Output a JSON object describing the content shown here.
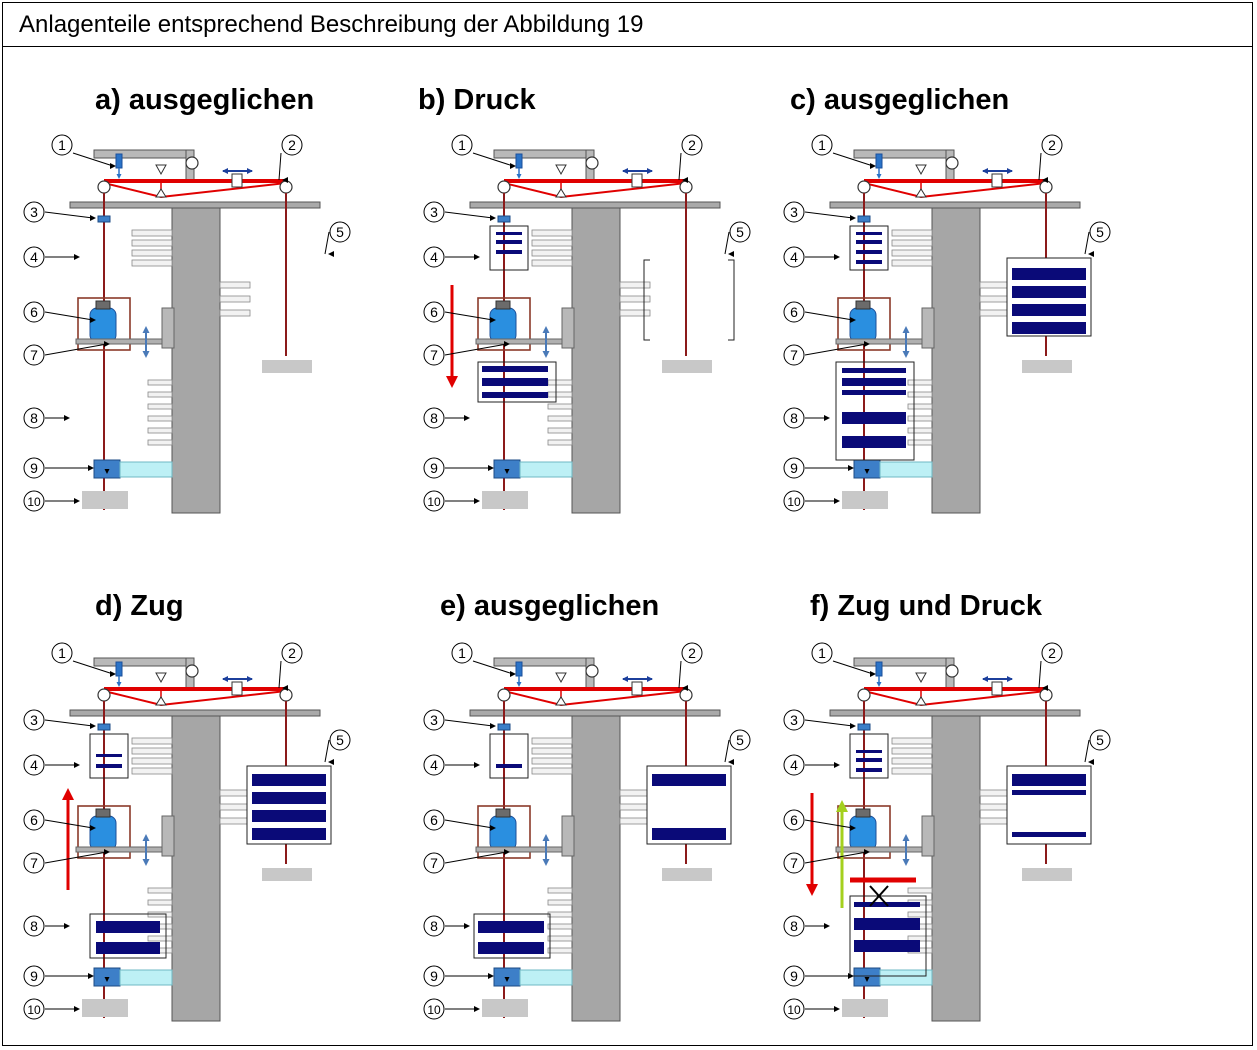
{
  "header": {
    "title": "Anlagenteile entsprechend Beschreibung der Abbildung 19"
  },
  "panels": [
    {
      "id": "a",
      "title": "a) ausgeglichen"
    },
    {
      "id": "b",
      "title": "b) Druck"
    },
    {
      "id": "c",
      "title": "c) ausgeglichen"
    },
    {
      "id": "d",
      "title": "d) Zug"
    },
    {
      "id": "e",
      "title": "e) ausgeglichen"
    },
    {
      "id": "f",
      "title": "f) Zug und Druck"
    }
  ],
  "part_numbers": [
    "1",
    "2",
    "3",
    "4",
    "5",
    "6",
    "7",
    "8",
    "9",
    "10"
  ],
  "colors": {
    "beam": "#e00000",
    "rod": "#8b1a1a",
    "column": "#a0a0a0",
    "weight": "#0a0a78",
    "load_cell": "#2a73c8",
    "load_cell_light": "#bdf0f5",
    "foot": "#c8c8c8",
    "arrow_red": "#e00000",
    "arrow_green": "#a4d01e",
    "arrow_blue": "#1c3f9c"
  }
}
